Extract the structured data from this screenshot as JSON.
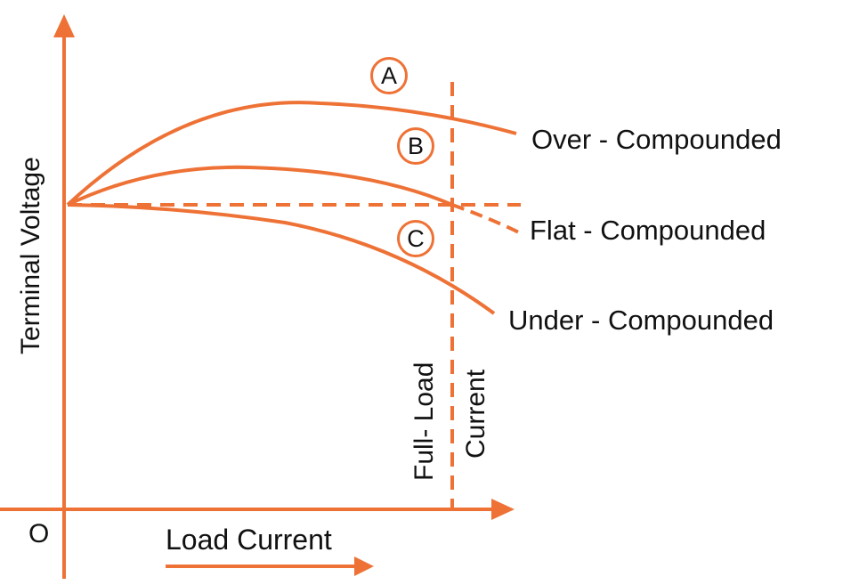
{
  "diagram": {
    "title": "",
    "y_axis_label": "Terminal Voltage",
    "x_axis_label": "Load Current",
    "origin_label": "O",
    "full_load_label_line1": "Full- Load",
    "full_load_label_line2": "Current",
    "curves": [
      {
        "marker": "A",
        "label": "Over - Compounded"
      },
      {
        "marker": "B",
        "label": "Flat - Compounded"
      },
      {
        "marker": "C",
        "label": "Under - Compounded"
      }
    ],
    "colors": {
      "curve": "#ee7236",
      "text": "#111111"
    }
  }
}
